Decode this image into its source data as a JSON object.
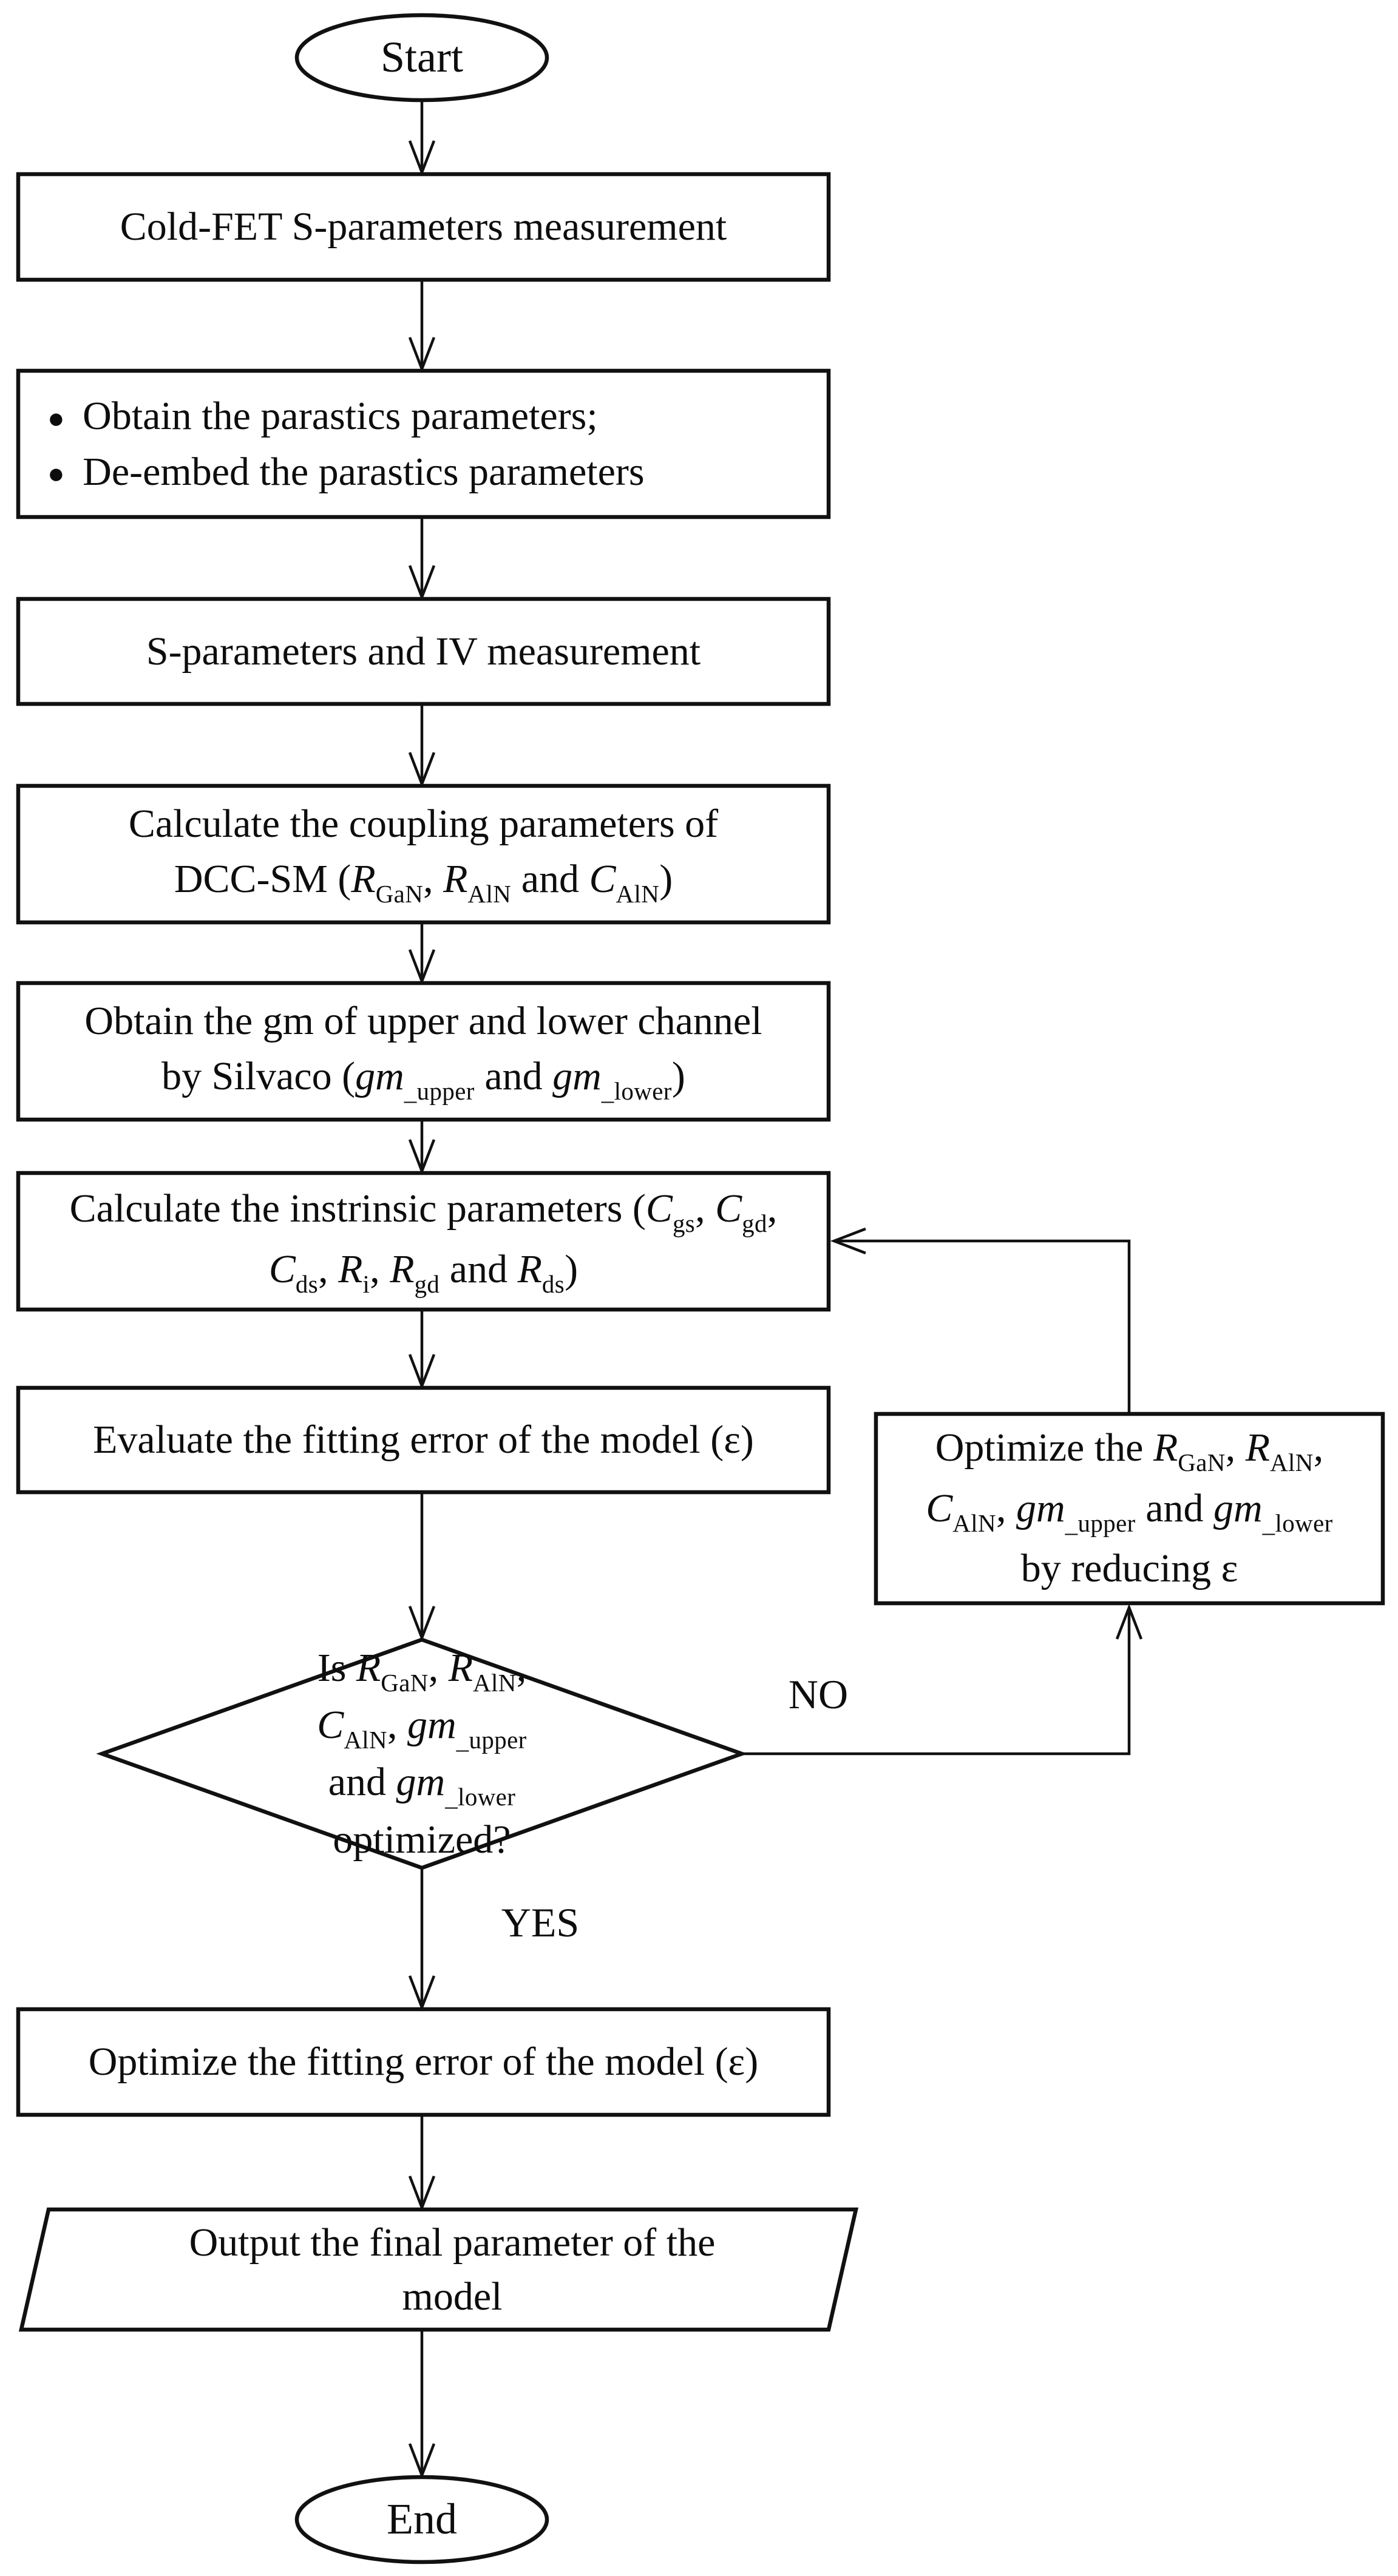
{
  "page": {
    "background": "#ffffff",
    "ink": "#111111"
  },
  "flowchart": {
    "nodes": {
      "start": {
        "label": "Start"
      },
      "coldfet": {
        "lines": [
          [
            {
              "t": "Cold-FET S-parameters measurement"
            }
          ]
        ]
      },
      "parastics": {
        "lines": [
          [
            {
              "t": "●",
              "b": true
            },
            {
              "t": "Obtain the parastics parameters;"
            }
          ],
          [
            {
              "t": "●",
              "b": true
            },
            {
              "t": "De-embed the parastics parameters"
            }
          ]
        ]
      },
      "sparamsiv": {
        "lines": [
          [
            {
              "t": "S-parameters and IV measurement"
            }
          ]
        ]
      },
      "coupling": {
        "lines": [
          [
            {
              "t": "Calculate the coupling parameters of"
            }
          ],
          [
            {
              "t": "DCC-SM ("
            },
            {
              "t": "R",
              "i": true
            },
            {
              "t": "GaN",
              "sub": true
            },
            {
              "t": ", "
            },
            {
              "t": "R",
              "i": true
            },
            {
              "t": "AlN",
              "sub": true
            },
            {
              "t": " and "
            },
            {
              "t": "C",
              "i": true
            },
            {
              "t": "AlN",
              "sub": true
            },
            {
              "t": ")"
            }
          ]
        ]
      },
      "gmchannel": {
        "lines": [
          [
            {
              "t": "Obtain the gm of upper and lower channel"
            }
          ],
          [
            {
              "t": "by Silvaco ("
            },
            {
              "t": "gm",
              "i": true
            },
            {
              "t": "_upper",
              "sub": true
            },
            {
              "t": " and "
            },
            {
              "t": "gm",
              "i": true
            },
            {
              "t": "_lower",
              "sub": true
            },
            {
              "t": ")"
            }
          ]
        ]
      },
      "intrinsic": {
        "lines": [
          [
            {
              "t": "Calculate the instrinsic parameters ("
            },
            {
              "t": "C",
              "i": true
            },
            {
              "t": "gs",
              "sub": true
            },
            {
              "t": ", "
            },
            {
              "t": "C",
              "i": true
            },
            {
              "t": "gd",
              "sub": true
            },
            {
              "t": ","
            }
          ],
          [
            {
              "t": "C",
              "i": true
            },
            {
              "t": "ds",
              "sub": true
            },
            {
              "t": ", "
            },
            {
              "t": "R",
              "i": true
            },
            {
              "t": "i",
              "sub": true
            },
            {
              "t": ", "
            },
            {
              "t": "R",
              "i": true
            },
            {
              "t": "gd",
              "sub": true
            },
            {
              "t": " and "
            },
            {
              "t": "R",
              "i": true
            },
            {
              "t": "ds",
              "sub": true
            },
            {
              "t": ")"
            }
          ]
        ]
      },
      "evaluate": {
        "lines": [
          [
            {
              "t": "Evaluate the fitting error of the model (ε)"
            }
          ]
        ]
      },
      "decision": {
        "lines": [
          [
            {
              "t": "Is "
            },
            {
              "t": "R",
              "i": true
            },
            {
              "t": "GaN",
              "sub": true
            },
            {
              "t": ", "
            },
            {
              "t": "R",
              "i": true
            },
            {
              "t": "AlN",
              "sub": true
            },
            {
              "t": ","
            }
          ],
          [
            {
              "t": "C",
              "i": true
            },
            {
              "t": "AlN",
              "sub": true
            },
            {
              "t": ", "
            },
            {
              "t": "gm",
              "i": true
            },
            {
              "t": "_upper",
              "sub": true
            }
          ],
          [
            {
              "t": "and "
            },
            {
              "t": "gm",
              "i": true
            },
            {
              "t": "_lower",
              "sub": true
            }
          ],
          [
            {
              "t": "optimized?"
            }
          ]
        ]
      },
      "optimizeparams": {
        "lines": [
          [
            {
              "t": "Optimize the "
            },
            {
              "t": "R",
              "i": true
            },
            {
              "t": "GaN",
              "sub": true
            },
            {
              "t": ", "
            },
            {
              "t": "R",
              "i": true
            },
            {
              "t": "AlN",
              "sub": true
            },
            {
              "t": ","
            }
          ],
          [
            {
              "t": "C",
              "i": true
            },
            {
              "t": "AlN",
              "sub": true
            },
            {
              "t": ", "
            },
            {
              "t": "gm",
              "i": true
            },
            {
              "t": "_upper",
              "sub": true
            },
            {
              "t": " and "
            },
            {
              "t": "gm",
              "i": true
            },
            {
              "t": "_lower",
              "sub": true
            }
          ],
          [
            {
              "t": "by reducing ε"
            }
          ]
        ]
      },
      "optimizeerror": {
        "lines": [
          [
            {
              "t": "Optimize the  fitting error of the model (ε)"
            }
          ]
        ]
      },
      "output": {
        "lines": [
          [
            {
              "t": "Output the final parameter of the"
            }
          ],
          [
            {
              "t": "model"
            }
          ]
        ]
      },
      "end": {
        "label": "End"
      }
    },
    "edge_labels": {
      "no": "NO",
      "yes": "YES"
    }
  }
}
